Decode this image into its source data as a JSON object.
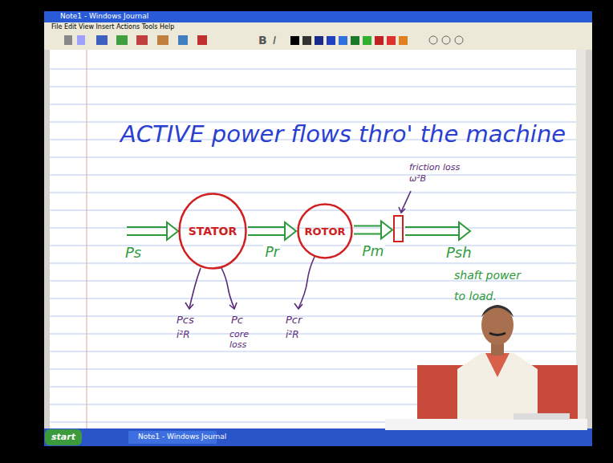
{
  "diagram": {
    "title": "ACTIVE power flows thro' the machine",
    "nodes": [
      {
        "text": [
          "STATOR"
        ]
      },
      {
        "text": [
          "ROTOR"
        ]
      },
      {
        "text": [
          "friction loss ω²B"
        ]
      }
    ],
    "edges": [
      {
        "from": 0,
        "to": 1,
        "arrow": "to",
        "label": "Pr"
      },
      {
        "from": 1,
        "to": 2,
        "arrow": "to",
        "label": "Pm"
      }
    ],
    "labels": [
      "Note1 - Windows Journal",
      "File Edit View Insert Actions Tools Help",
      "B",
      "I",
      "Ps",
      "Pcs",
      "i²R",
      "Pc",
      "core loss",
      "Pcr",
      "i²R",
      "Psh",
      "shaft power to load.",
      "start",
      "Note1 - Windows Journal"
    ]
  }
}
